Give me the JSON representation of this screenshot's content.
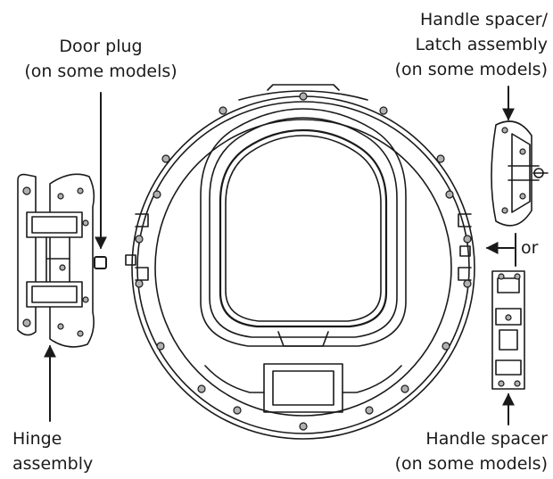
{
  "labels": {
    "door_plug": [
      "Door plug",
      "(on some models)"
    ],
    "latch": [
      "Handle spacer/",
      "Latch assembly",
      "(on some models)"
    ],
    "or": "or",
    "hinge": [
      "Hinge",
      "assembly"
    ],
    "handle_spacer": [
      "Handle spacer",
      "(on some models)"
    ]
  },
  "colors": {
    "line": "#1a1a1a",
    "fill": "#ffffff",
    "shade": "#b0b0b0"
  }
}
